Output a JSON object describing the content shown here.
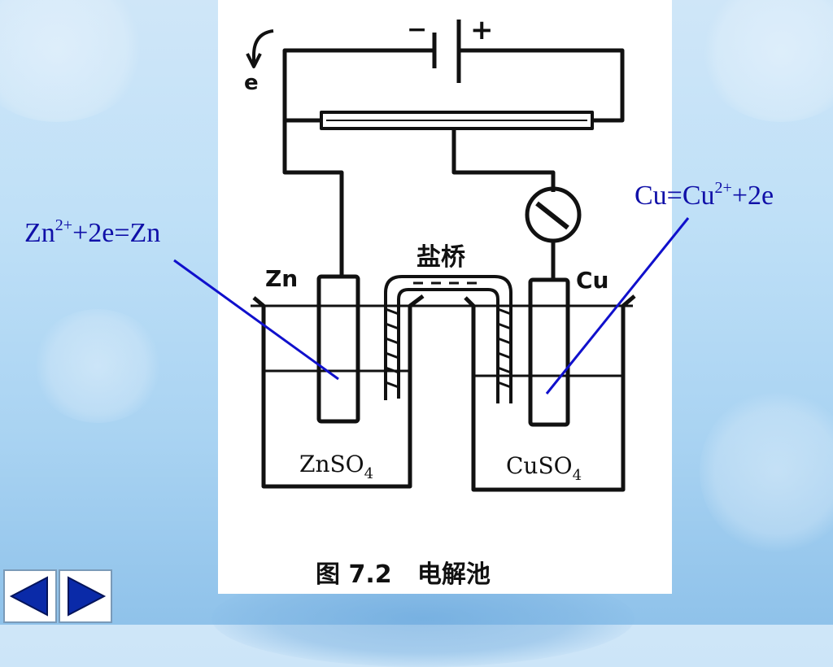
{
  "diagram": {
    "battery": {
      "minus": "−",
      "plus": "+"
    },
    "electron": "e",
    "electrode_left": "Zn",
    "electrode_right": "Cu",
    "salt_bridge": "盐桥",
    "solution_left": {
      "base": "ZnSO",
      "sub": "4"
    },
    "solution_right": {
      "base": "CuSO",
      "sub": "4"
    },
    "caption": "图 7.2   电解池"
  },
  "equations": {
    "left": {
      "a": "Zn",
      "sup": "2+",
      "b": "+2e=Zn"
    },
    "right": {
      "a": "Cu=Cu",
      "sup": "2+",
      "b": "+2e"
    }
  },
  "colors": {
    "annotation": "#1010a8",
    "nav_fill": "#0a2aa8"
  },
  "nav": {
    "prev_icon": "triangle-left-icon",
    "next_icon": "triangle-right-icon"
  }
}
